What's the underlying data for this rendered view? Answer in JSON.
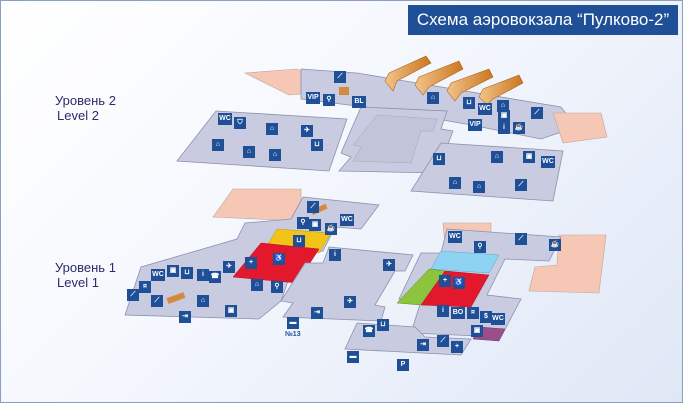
{
  "title": "Схема аэровокзала “Пулково-2”",
  "levels": {
    "level2": {
      "ru": "Уровень 2",
      "en": "Level 2"
    },
    "level1": {
      "ru": "Уровень 1",
      "en": "Level 1"
    }
  },
  "labels": {
    "bus_stop": "№13"
  },
  "icon_text": {
    "wc": "WC",
    "vip": "VIP",
    "bl": "BL",
    "bo": "BO",
    "info": "i",
    "dollar": "$",
    "parking": "P",
    "plane": "✈",
    "plus": "+",
    "bus": "▬",
    "phone": "☎",
    "cafe": "☕",
    "shop": "⊔",
    "luggage": "▣",
    "sofa": "⌂",
    "escalator": "⟋",
    "wheelchair": "♿",
    "baby": "⚲",
    "police": "⛉",
    "exit": "⇥",
    "money": "¤",
    "arrow": "→"
  },
  "colors": {
    "title_bg": "#1f4f96",
    "icon_bg": "#1f4f96",
    "floor": "#c9cbe0",
    "building": "#f7c7b6",
    "red_zone": "#e3182d",
    "yellow_zone": "#f2c318",
    "green_zone": "#8cc43e",
    "cyan_zone": "#8fd3f2",
    "purple_zone": "#9a4f8a",
    "jetway": "#d48a3c"
  }
}
